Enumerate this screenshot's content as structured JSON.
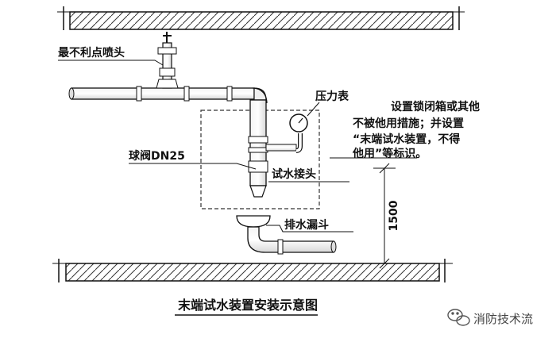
{
  "labels": {
    "most_unfavorable_sprinkler": "最不利点喷头",
    "pressure_gauge": "压力表",
    "ball_valve": "球阀DN25",
    "test_water_connector": "试水接头",
    "drain_funnel": "排水漏斗"
  },
  "note_lines": [
    "设置锁闭箱或其他",
    "不被他用措施；并设置",
    "“末端试水装置，不得",
    "他用”等标识。"
  ],
  "dimension": "1500",
  "caption": "末端试水装置安装示意图",
  "watermark": "消防技术流",
  "icons": {
    "watermark_icon": "wechat-logo"
  }
}
